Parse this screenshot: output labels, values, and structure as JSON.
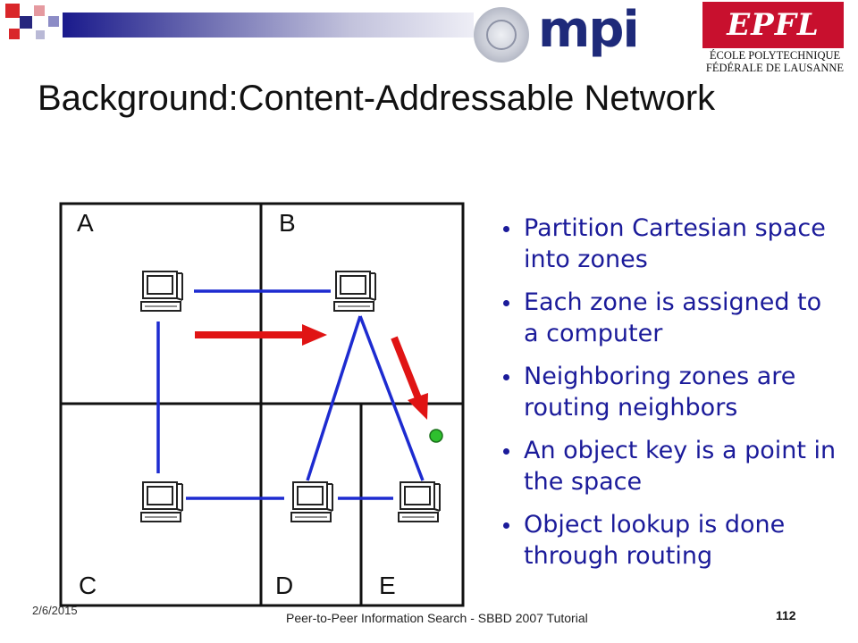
{
  "slide": {
    "title": "Background:Content-Addressable Network",
    "colors": {
      "link": "#1d2bd0",
      "arrow": "#e01414",
      "key_point": "#2ec02e",
      "bullet_text": "#1b1b9a"
    }
  },
  "logos": {
    "mpi": "mpi",
    "epfl": "EPFL",
    "epfl_line1": "ÉCOLE POLYTECHNIQUE",
    "epfl_line2": "FÉDÉRALE DE LAUSANNE"
  },
  "diagram": {
    "zones": [
      "A",
      "B",
      "C",
      "D",
      "E"
    ],
    "node_icon": "computer-icon"
  },
  "bullets": [
    "Partition Cartesian space into zones",
    "Each zone is assigned to a computer",
    "Neighboring zones are routing neighbors",
    "An object key is a point in the space",
    "Object lookup is done through routing"
  ],
  "footer": {
    "date": "2/6/2015",
    "text": "Peer-to-Peer Information Search - SBBD 2007 Tutorial",
    "page": "112"
  }
}
